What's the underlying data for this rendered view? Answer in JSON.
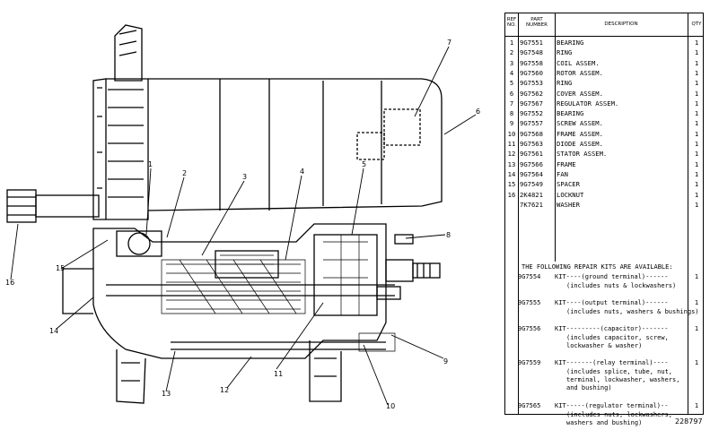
{
  "drawing": {
    "callouts": [
      "1",
      "2",
      "3",
      "4",
      "5",
      "6",
      "7",
      "8",
      "9",
      "10",
      "11",
      "12",
      "13",
      "14",
      "15",
      "16"
    ],
    "drawing_number": "228797"
  },
  "table": {
    "headers": {
      "ref": "REF NO.",
      "part": "PART NUMBER",
      "desc": "DESCRIPTION",
      "qty": "QTY"
    },
    "rows": [
      {
        "ref": "1",
        "part": "9G7551",
        "desc": "BEARING",
        "qty": "1"
      },
      {
        "ref": "2",
        "part": "9G7548",
        "desc": "RING",
        "qty": "1"
      },
      {
        "ref": "3",
        "part": "9G7558",
        "desc": "COIL ASSEM.",
        "qty": "1"
      },
      {
        "ref": "4",
        "part": "9G7560",
        "desc": "ROTOR ASSEM.",
        "qty": "1"
      },
      {
        "ref": "5",
        "part": "9G7553",
        "desc": "RING",
        "qty": "1"
      },
      {
        "ref": "6",
        "part": "9G7562",
        "desc": "COVER ASSEM.",
        "qty": "1"
      },
      {
        "ref": "7",
        "part": "9G7567",
        "desc": "REGULATOR ASSEM.",
        "qty": "1"
      },
      {
        "ref": "8",
        "part": "9G7552",
        "desc": "BEARING",
        "qty": "1"
      },
      {
        "ref": "9",
        "part": "9G7557",
        "desc": "SCREW ASSEM.",
        "qty": "1"
      },
      {
        "ref": "10",
        "part": "9G7568",
        "desc": "FRAME ASSEM.",
        "qty": "1"
      },
      {
        "ref": "11",
        "part": "9G7563",
        "desc": "DIODE ASSEM.",
        "qty": "1"
      },
      {
        "ref": "12",
        "part": "9G7561",
        "desc": "STATOR ASSEM.",
        "qty": "1"
      },
      {
        "ref": "13",
        "part": "9G7566",
        "desc": "FRAME",
        "qty": "1"
      },
      {
        "ref": "14",
        "part": "9G7564",
        "desc": "FAN",
        "qty": "1"
      },
      {
        "ref": "15",
        "part": "9G7549",
        "desc": "SPACER",
        "qty": "1"
      },
      {
        "ref": "16",
        "part": "2K4821",
        "desc": "LOCKNUT",
        "qty": "1"
      },
      {
        "ref": "",
        "part": "7K7621",
        "desc": "WASHER",
        "qty": "1"
      }
    ],
    "kits_title": "THE FOLLOWING REPAIR KITS ARE AVAILABLE:",
    "kits": [
      {
        "part": "9G7554",
        "desc": "KIT----(ground terminal)------",
        "qty": "1",
        "sub": [
          "(includes nuts & lockwashers)"
        ]
      },
      {
        "part": "9G7555",
        "desc": "KIT----(output terminal)------",
        "qty": "1",
        "sub": [
          "(includes nuts, washers & bushings)"
        ]
      },
      {
        "part": "9G7556",
        "desc": "KIT---------(capacitor)-------",
        "qty": "1",
        "sub": [
          "(includes capacitor, screw,",
          "lockwasher & washer)"
        ]
      },
      {
        "part": "9G7559",
        "desc": "KIT-------(relay terminal)----",
        "qty": "1",
        "sub": [
          "(includes splice, tube, nut,",
          "terminal, lockwasher, washers,",
          "and bushing)"
        ]
      },
      {
        "part": "9G7565",
        "desc": "KIT-----(regulator terminal)--",
        "qty": "1",
        "sub": [
          "(includes nuts, lockwashers,",
          "washers and bushing)"
        ]
      }
    ]
  }
}
